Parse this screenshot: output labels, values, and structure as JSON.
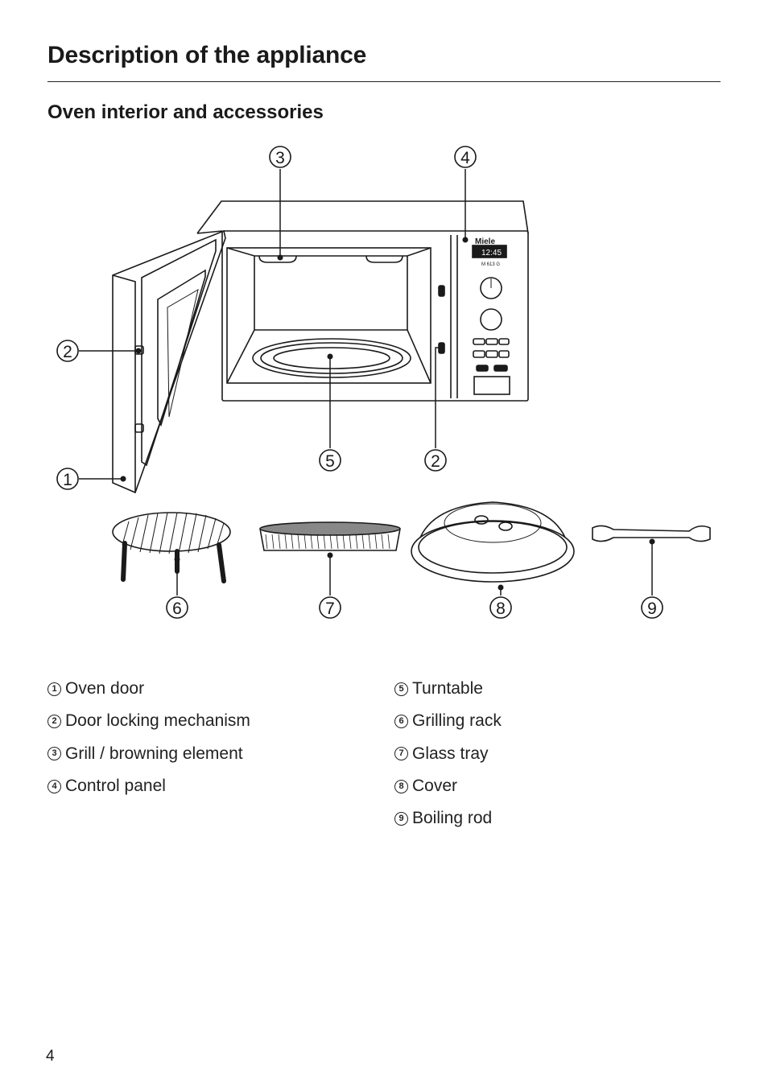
{
  "page": {
    "title": "Description of the appliance",
    "section_title": "Oven interior and accessories",
    "page_number": "4"
  },
  "figure": {
    "brand": "Miele",
    "clock": "12:45",
    "model_label": "M 613 G",
    "callouts": [
      "1",
      "2",
      "3",
      "4",
      "5",
      "2",
      "6",
      "7",
      "8",
      "9"
    ]
  },
  "legend": {
    "left": [
      {
        "num": "1",
        "label": "Oven door"
      },
      {
        "num": "2",
        "label": "Door locking mechanism"
      },
      {
        "num": "3",
        "label": "Grill / browning element"
      },
      {
        "num": "4",
        "label": "Control panel"
      }
    ],
    "right": [
      {
        "num": "5",
        "label": "Turntable"
      },
      {
        "num": "6",
        "label": "Grilling rack"
      },
      {
        "num": "7",
        "label": "Glass tray"
      },
      {
        "num": "8",
        "label": "Cover"
      },
      {
        "num": "9",
        "label": "Boiling rod"
      }
    ]
  }
}
